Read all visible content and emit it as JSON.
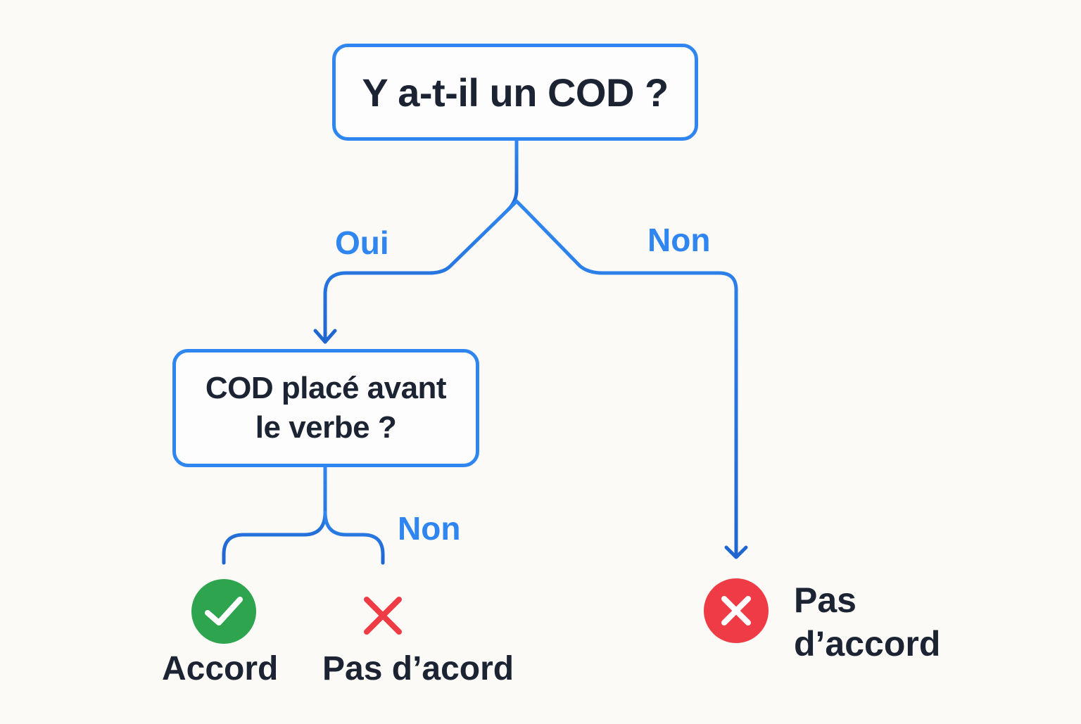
{
  "root_question": "Y a-t-il un COD ?",
  "second_question": {
    "line1": "COD placé avant",
    "line2": "le verbe ?"
  },
  "branch_labels": {
    "oui": "Oui",
    "non_right": "Non",
    "non_bottom": "Non"
  },
  "outcomes": {
    "accord": "Accord",
    "pas_acord": "Pas d’acord",
    "pas_accord_right_line1": "Pas",
    "pas_accord_right_line2": "d’accord"
  },
  "icons": {
    "check": "check-icon",
    "cross_small": "cross-icon",
    "cross_circle": "x-circle-icon"
  },
  "colors": {
    "accent": "#2f86f0",
    "line": "#1f66d1",
    "text": "#1c2433",
    "success": "#2ea44f",
    "error": "#ef3b45"
  }
}
